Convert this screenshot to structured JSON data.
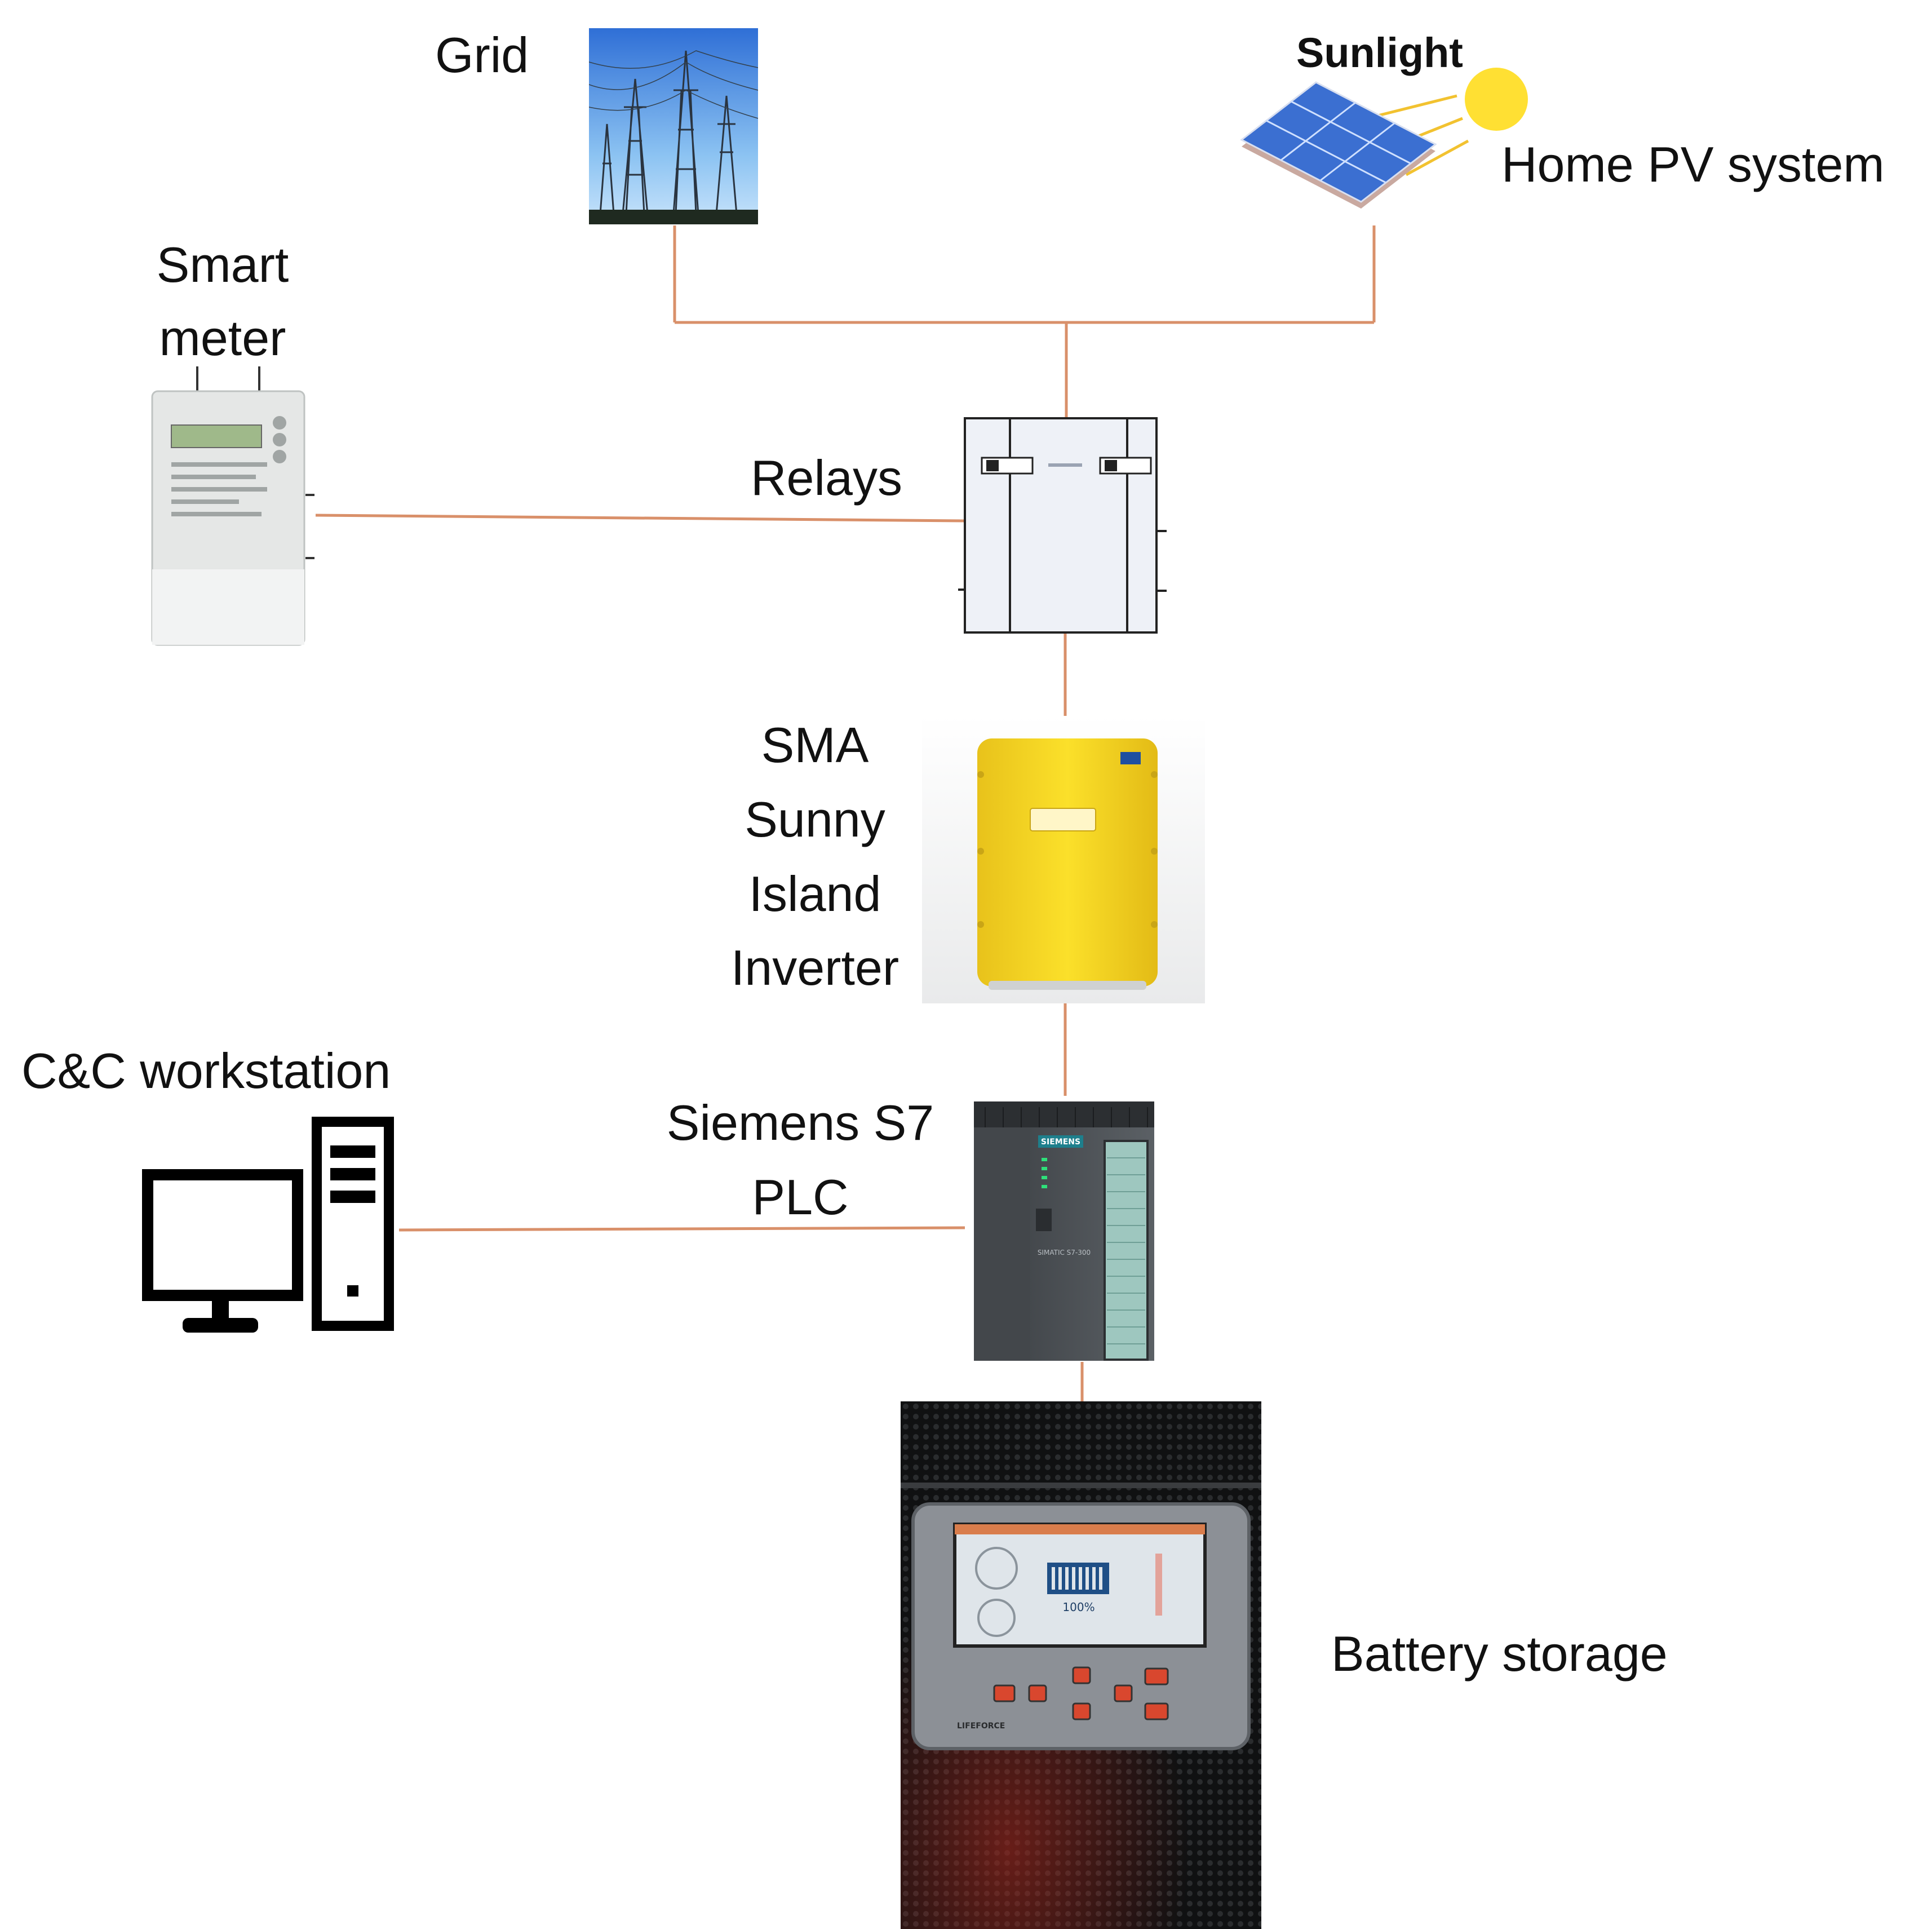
{
  "labels": {
    "grid": "Grid",
    "sunlight": "Sunlight",
    "home_pv": "Home PV system",
    "smart_meter": [
      "Smart",
      "meter"
    ],
    "relays": "Relays",
    "inverter": [
      "SMA",
      "Sunny",
      "Island",
      "Inverter"
    ],
    "workstation": "C&C workstation",
    "plc": [
      "Siemens S7",
      "PLC"
    ],
    "battery": "Battery storage"
  },
  "device_text": {
    "plc_brand": "SIEMENS",
    "plc_model": "SIMATIC S7-300",
    "battery_percent": "100%",
    "battery_brand": "LIFEFORCE"
  },
  "colors": {
    "wire": "#d9906a",
    "inverter_yellow": "#f6d421",
    "plc_body": "#4d5156",
    "plc_io": "#9ec7bf",
    "relay_body": "#eef1f7",
    "battery_screen": "#dfe5ea",
    "sun": "#ffe033",
    "pv_panel": "#3b6fd1"
  }
}
